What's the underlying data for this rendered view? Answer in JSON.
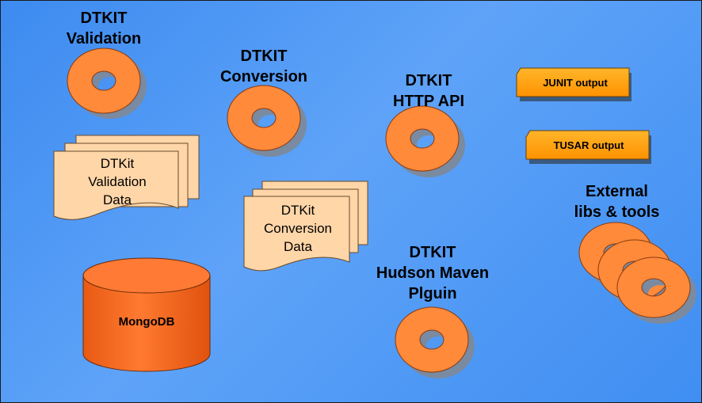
{
  "colors": {
    "background": "#4d98f5",
    "ring_fill": "#ff8c3a",
    "ring_shadow": "#7a8a9a",
    "document_fill": "#ffd6a8",
    "cylinder_fill": "#ff6a20",
    "tag_fill": "#ffa210"
  },
  "components": {
    "validation": {
      "line1": "DTKIT",
      "line2": "Validation"
    },
    "conversion": {
      "line1": "DTKIT",
      "line2": "Conversion"
    },
    "http_api": {
      "line1": "DTKIT",
      "line2": "HTTP API"
    },
    "hudson": {
      "line1": "DTKIT",
      "line2": "Hudson Maven",
      "line3": "Plguin"
    },
    "external": {
      "line1": "External",
      "line2": "libs & tools"
    }
  },
  "data_stores": {
    "validation_data": {
      "line1": "DTKit",
      "line2": "Validation",
      "line3": "Data"
    },
    "conversion_data": {
      "line1": "DTKit",
      "line2": "Conversion",
      "line3": "Data"
    },
    "mongodb": {
      "label": "MongoDB"
    }
  },
  "outputs": {
    "junit": {
      "label": "JUNIT  output"
    },
    "tusar": {
      "label": "TUSAR output"
    }
  }
}
